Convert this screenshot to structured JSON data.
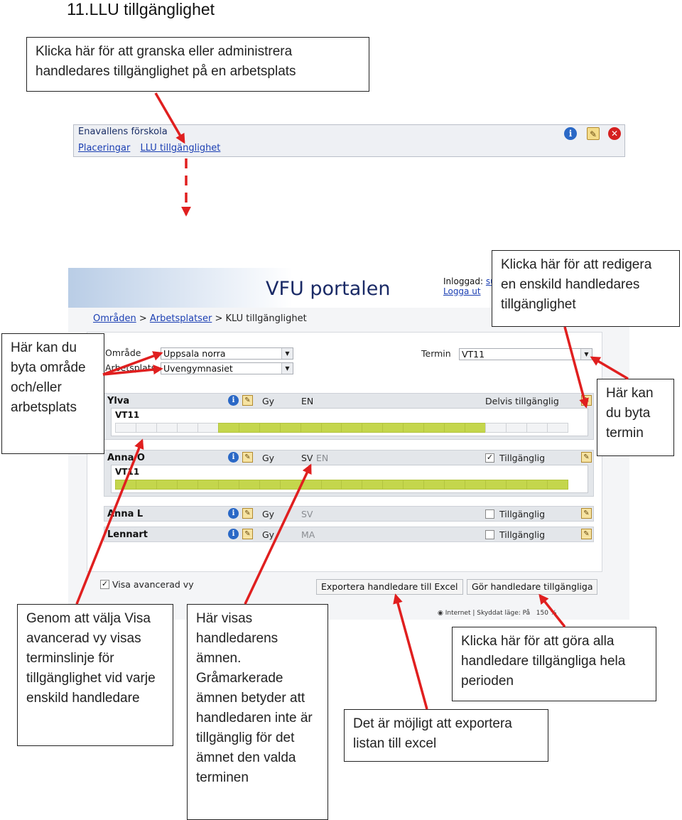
{
  "heading": {
    "number": "11.",
    "text": "LLU tillgänglighet"
  },
  "callouts": {
    "top_intro": [
      "Klicka här för att granska eller administrera",
      "handledares tillgänglighet på en arbetsplats"
    ],
    "edit_single": [
      "Klicka här för att redigera",
      "en enskild handledares",
      "tillgänglighet"
    ],
    "change_area": [
      "Här kan du",
      "byta område",
      "och/eller",
      "arbetsplats"
    ],
    "change_term": [
      "Här kan",
      "du byta",
      "termin"
    ],
    "advanced_view": [
      "Genom att välja Visa",
      "avancerad vy visas",
      "terminslinje för",
      "tillgänglighet vid varje",
      "enskild handledare"
    ],
    "subjects": [
      "Här visas",
      "handledarens",
      "ämnen.",
      "Gråmarkerade",
      "ämnen betyder att",
      "handledaren inte är",
      "tillgänglig för det",
      "ämnet den valda",
      "terminen"
    ],
    "make_all": [
      "Klicka här för att göra alla",
      "handledare tillgängliga hela",
      "perioden"
    ],
    "export": [
      "Det är möjligt att exportera",
      "listan till excel"
    ]
  },
  "toolbar": {
    "org_name": "Enavallens förskola",
    "links": [
      "Placeringar",
      "LLU tillgänglighet"
    ],
    "icons": [
      "info-icon",
      "edit-icon",
      "close-icon"
    ]
  },
  "app": {
    "title": "VFU portalen",
    "login_label": "Inloggad:",
    "login_user": "su",
    "logout": "Logga ut",
    "breadcrumb": [
      "Områden",
      "Arbetsplatser",
      "KLU tillgänglighet"
    ],
    "breadcrumb_sep": ">",
    "filters": {
      "area_label": "Område",
      "area_value": "Uppsala norra",
      "workplace_label": "Arbetsplats",
      "workplace_value": "Uvengymnasiet",
      "term_label": "Termin",
      "term_value": "VT11"
    },
    "supervisors": [
      {
        "name": "Ylva",
        "level": "Gy",
        "subject_active": "EN",
        "subject_grey": "",
        "checked": false,
        "status": "Delvis tillgänglig",
        "term": "VT11",
        "expanded": true
      },
      {
        "name": "Anna O",
        "level": "Gy",
        "subject_active": "SV",
        "subject_grey": "EN",
        "checked": true,
        "status": "Tillgänglig",
        "term": "VT11",
        "expanded": true
      },
      {
        "name": "Anna L",
        "level": "Gy",
        "subject_active": "",
        "subject_grey": "SV",
        "checked": false,
        "status": "Tillgänglig",
        "term": "",
        "expanded": false
      },
      {
        "name": "Lennart",
        "level": "Gy",
        "subject_active": "",
        "subject_grey": "MA",
        "checked": false,
        "status": "Tillgänglig",
        "term": "",
        "expanded": false
      }
    ],
    "advanced_view_label": "Visa avancerad vy",
    "advanced_view_checked": true,
    "export_button": "Exportera handledare till Excel",
    "make_available_button": "Gör handledare tillgängliga",
    "statusbar": {
      "zone": "Internet | Skyddat läge: På",
      "zoom": "150 %"
    }
  },
  "colors": {
    "accent_link": "#1b3fb3",
    "arrow": "#e01f1f",
    "available_bar": "#c4d64c"
  }
}
